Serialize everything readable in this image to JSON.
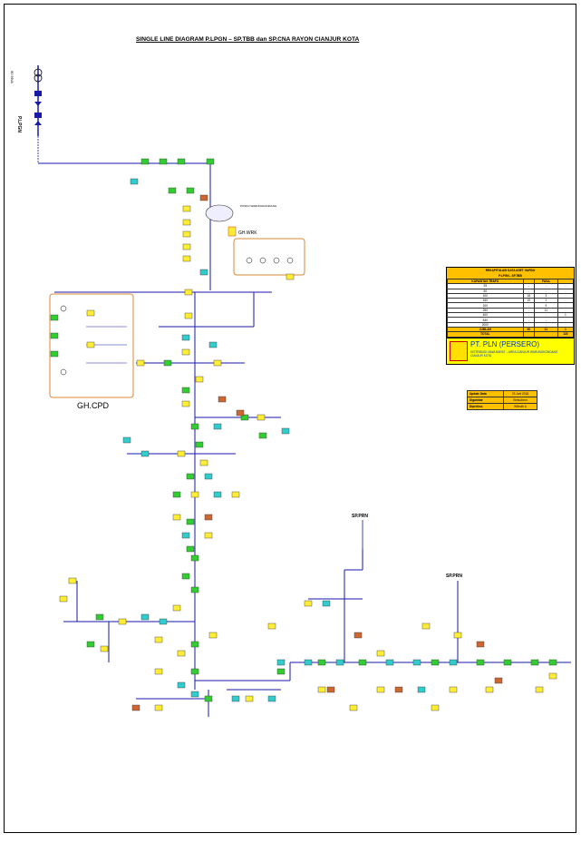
{
  "title": "SINGLE LINE DIAGRAM P.LPGN – SP.TBB dan SP.CNA  RAYON CIANJUR KOTA",
  "source_label": "P.LPGN",
  "source_rating": "60 MVA",
  "gh_wrk_label": "GH.WRK",
  "gh_cpd_label": "GH.CPD",
  "sp_prn_1": "SP.PRN",
  "sp_prn_2": "SP.PRN",
  "posko_label": "POSKO WARUNGKONDANG",
  "summary": {
    "heading_1": "REKAPITULASI DATA ASET GARDU",
    "heading_2": "P.LPGN - SP.TBB",
    "col_kapasitas": "KAPASITAS TRAFO",
    "col_fasa": "FASA",
    "col_jumlah": "JUMLAH GARDU",
    "rows": [
      [
        "25",
        "-",
        "-",
        "-"
      ],
      [
        "50",
        "-",
        "-",
        "-"
      ],
      [
        "100",
        "18",
        "3",
        "-"
      ],
      [
        "160",
        "19",
        "1",
        "-"
      ],
      [
        "200",
        "-",
        "9",
        "-"
      ],
      [
        "250",
        "-",
        "11",
        "-"
      ],
      [
        "400",
        "-",
        "-",
        "1"
      ],
      [
        "630",
        "-",
        "-",
        "-"
      ],
      [
        "2000",
        "-",
        "-",
        "-"
      ]
    ],
    "jumlah_label": "JUMLAH",
    "jumlah_values": [
      "90",
      "31",
      "1"
    ],
    "total_label": "TOTAL",
    "total_value": "122"
  },
  "company": {
    "name": "PT. PLN (PERSERO)",
    "line": "DISTRIBUSI JAWA BARAT – AREA CIANJUR WARUNGKONDANG CIANJUR KOTA"
  },
  "update": {
    "rows": [
      {
        "key": "Update Data",
        "value": "23 Juni 2018"
      },
      {
        "key": "Digambar",
        "value": "Sinta Amur"
      },
      {
        "key": "Diperiksa",
        "value": "Wibruth A"
      }
    ]
  },
  "colors": {
    "bus": "#1a1aa8",
    "green": "#33cc33",
    "blue": "#33cccc",
    "yellow": "#ffee33",
    "orange": "#cc6633",
    "box_border": "#d98a3a"
  }
}
